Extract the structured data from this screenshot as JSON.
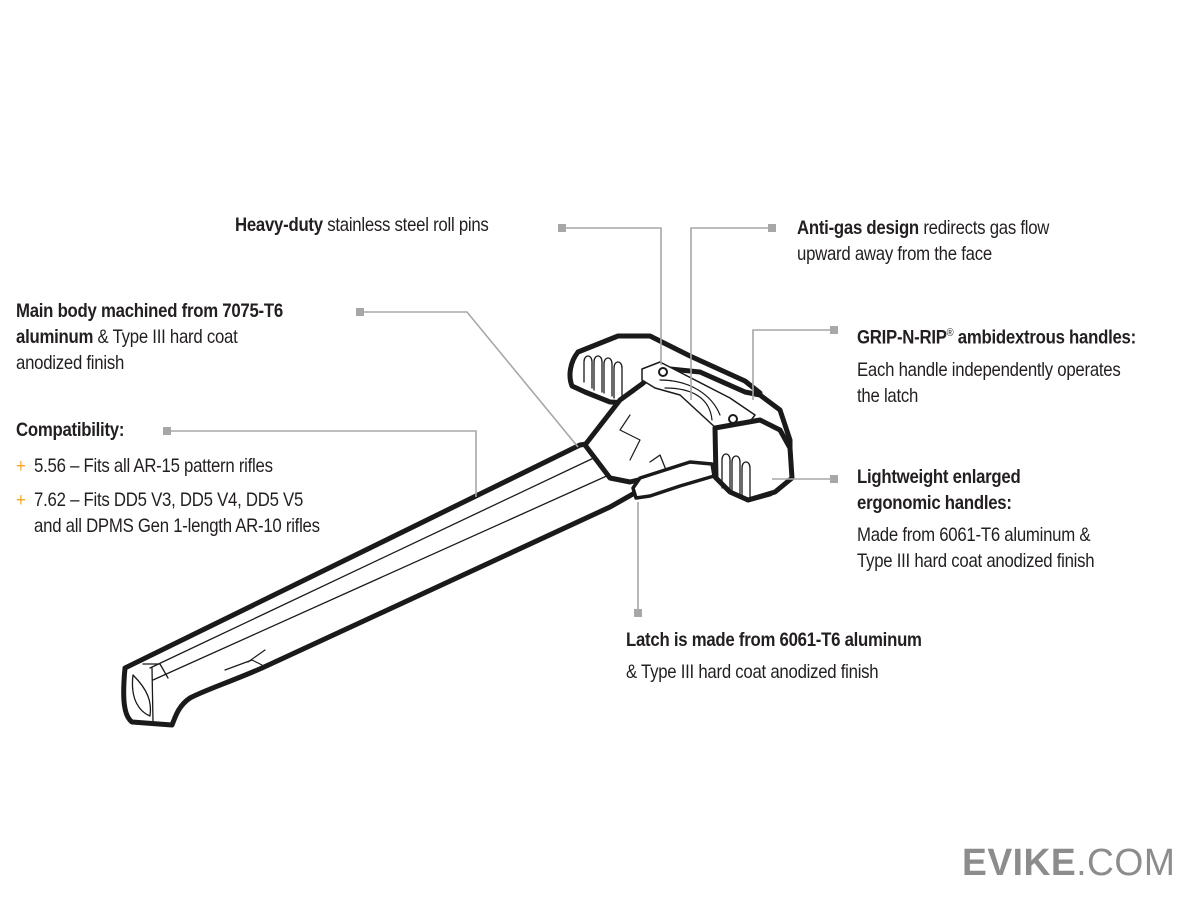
{
  "title": "Charging handle feature diagram",
  "accent_color": "#f5a623",
  "leader_color": "#a7a7a7",
  "callouts": {
    "roll_pins": {
      "bold": "Heavy-duty",
      "rest": " stainless steel roll pins"
    },
    "anti_gas": {
      "bold": "Anti-gas design",
      "rest": " redirects gas flow",
      "line2": "upward away from the face"
    },
    "main_body": {
      "bold": "Main body machined from 7075-T6",
      "line2_bold": "aluminum",
      "line2_rest": " & Type III hard coat",
      "line3": "anodized finish"
    },
    "grip_n_rip": {
      "bold": "GRIP-N-RIP",
      "reg": "®",
      "bold_rest": " ambidextrous handles:",
      "line2": "Each handle independently operates",
      "line3": "the latch"
    },
    "compatibility": {
      "heading": "Compatibility:",
      "bullet_symbol": "+",
      "items": [
        {
          "line1": "5.56 – Fits all AR-15 pattern rifles"
        },
        {
          "line1": "7.62 – Fits DD5 V3, DD5 V4, DD5 V5",
          "line2": "and all DPMS Gen 1-length AR-10 rifles"
        }
      ]
    },
    "lightweight": {
      "bold1": "Lightweight enlarged",
      "bold2": "ergonomic handles:",
      "line3": "Made from 6061-T6 aluminum &",
      "line4": "Type III hard coat anodized finish"
    },
    "latch": {
      "bold": "Latch is made from 6061-T6 aluminum",
      "line2": "& Type III hard coat anodized finish"
    }
  },
  "logo": {
    "strong": "EVIKE",
    "light": ".COM"
  },
  "illustration": {
    "subject": "charging-handle",
    "icon": "charging-handle-line-art"
  }
}
